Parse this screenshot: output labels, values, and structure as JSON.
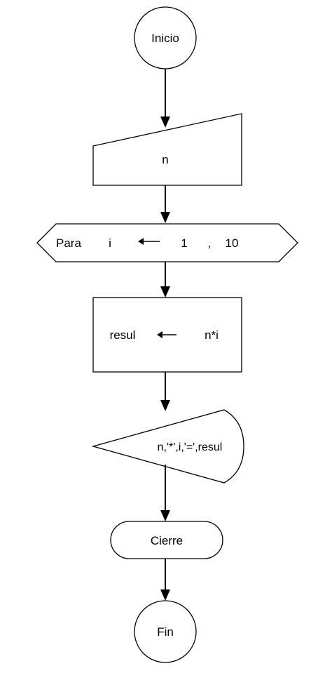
{
  "diagram": {
    "start": {
      "label": "Inicio"
    },
    "input": {
      "label": "n"
    },
    "loop": {
      "keyword": "Para",
      "variable": "i",
      "from": "1",
      "separator": ",",
      "to": "10"
    },
    "process": {
      "target": "resul",
      "expression": "n*i"
    },
    "output": {
      "label": "n,'*',i,'=',resul"
    },
    "close": {
      "label": "Cierre"
    },
    "end": {
      "label": "Fin"
    }
  }
}
